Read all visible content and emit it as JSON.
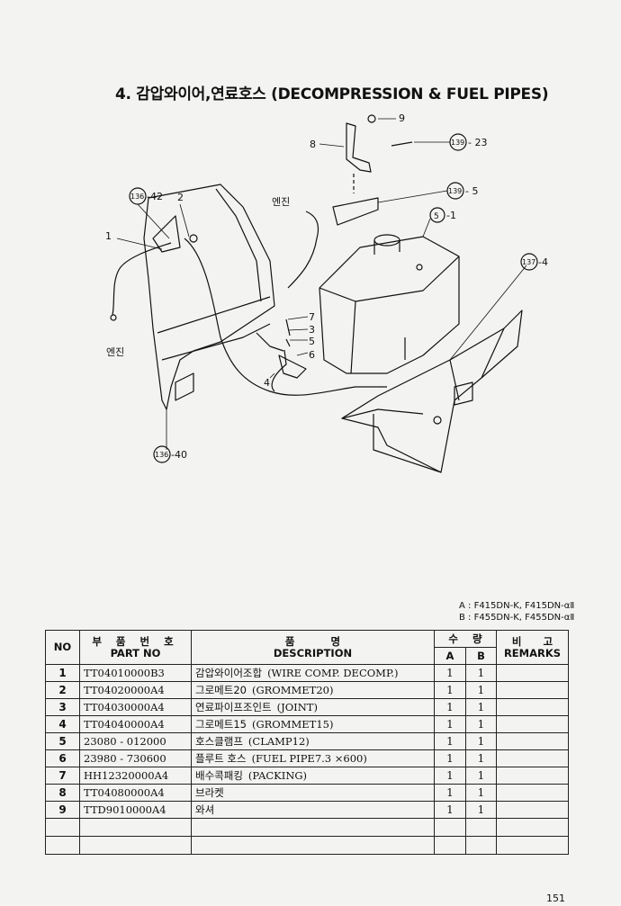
{
  "title": "4.  감압와이어,연료호스 (DECOMPRESSION & FUEL PIPES)",
  "diagram": {
    "callouts": {
      "c1": "1",
      "c2": "2",
      "c3": "3",
      "c4": "4",
      "c5": "5",
      "c6": "6",
      "c7": "7",
      "c8": "8",
      "c9": "9",
      "ref_136a": "136",
      "ref_136a_n": "-42",
      "ref_136b": "136",
      "ref_136b_n": "-40",
      "ref_139a": "139",
      "ref_139a_n": "- 23",
      "ref_139b": "139",
      "ref_139b_n": "- 5",
      "ref_5": "5",
      "ref_5_n": "-1",
      "ref_137": "137",
      "ref_137_n": "-4",
      "engine1": "엔진",
      "engine2": "엔진"
    }
  },
  "models": {
    "a": "A : F415DN-K, F415DN-αⅡ",
    "b": "B : F455DN-K, F455DN-αⅡ"
  },
  "table": {
    "headers": {
      "no": "NO",
      "part_ko": "부 품 번 호",
      "part_en": "PART  NO",
      "desc_ko": "품          명",
      "desc_en": "DESCRIPTION",
      "qty_ko": "수    량",
      "qty_a": "A",
      "qty_b": "B",
      "rem_ko": "비      고",
      "rem_en": "REMARKS"
    },
    "rows": [
      {
        "no": "1",
        "part": "TT04010000B3",
        "ko": "감압와이어조합",
        "en": "(WIRE COMP. DECOMP.)",
        "a": "1",
        "b": "1",
        "rem": ""
      },
      {
        "no": "2",
        "part": "TT04020000A4",
        "ko": "그로메트20",
        "en": "(GROMMET20)",
        "a": "1",
        "b": "1",
        "rem": ""
      },
      {
        "no": "3",
        "part": "TT04030000A4",
        "ko": "연료파이프조인트",
        "en": "(JOINT)",
        "a": "1",
        "b": "1",
        "rem": ""
      },
      {
        "no": "4",
        "part": "TT04040000A4",
        "ko": "그로메트15",
        "en": "(GROMMET15)",
        "a": "1",
        "b": "1",
        "rem": ""
      },
      {
        "no": "5",
        "part": "23080 - 012000",
        "ko": "호스클램프",
        "en": "(CLAMP12)",
        "a": "1",
        "b": "1",
        "rem": ""
      },
      {
        "no": "6",
        "part": "23980 - 730600",
        "ko": "플루트 호스",
        "en": "(FUEL PIPE7.3 ×600)",
        "a": "1",
        "b": "1",
        "rem": ""
      },
      {
        "no": "7",
        "part": "HH12320000A4",
        "ko": "배수콕패킹",
        "en": "(PACKING)",
        "a": "1",
        "b": "1",
        "rem": ""
      },
      {
        "no": "8",
        "part": "TT04080000A4",
        "ko": "브라켓",
        "en": "",
        "a": "1",
        "b": "1",
        "rem": ""
      },
      {
        "no": "9",
        "part": "TTD9010000A4",
        "ko": "와셔",
        "en": "",
        "a": "1",
        "b": "1",
        "rem": ""
      }
    ]
  },
  "page_number": "151"
}
